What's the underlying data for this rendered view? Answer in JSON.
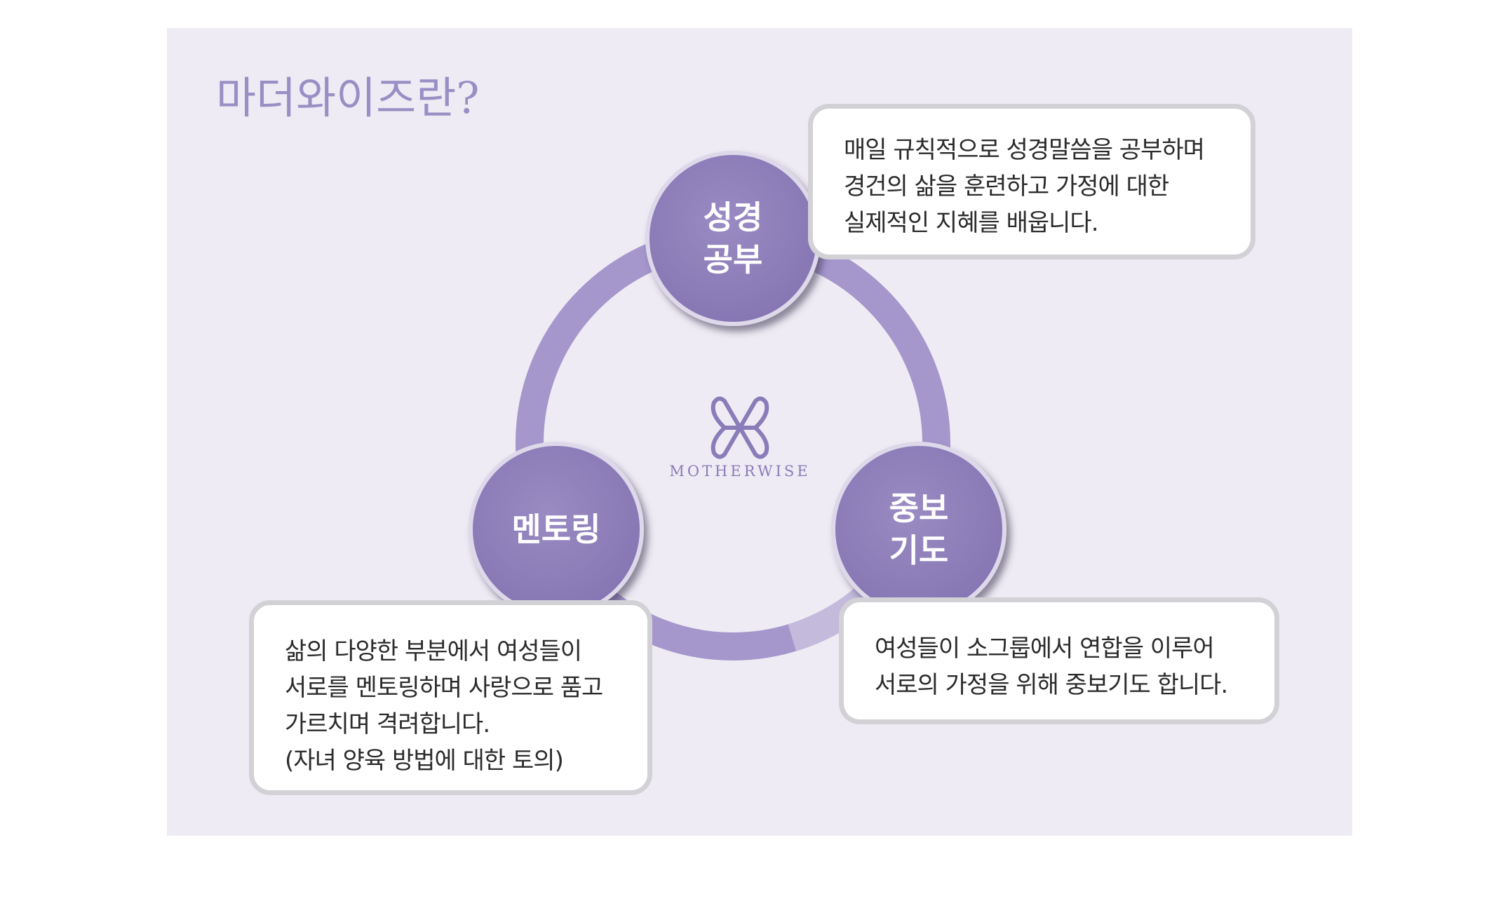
{
  "title": "마더와이즈란?",
  "logo": {
    "wordmark": "MOTHERWISE",
    "icon": "flower-icon"
  },
  "nodes": {
    "bible": {
      "label": "성경\n공부"
    },
    "prayer": {
      "label": "중보\n기도"
    },
    "mentoring": {
      "label": "멘토링"
    }
  },
  "callouts": {
    "bible": {
      "lines": [
        "매일 규칙적으로 성경말씀을 공부하며",
        "경건의 삶을 훈련하고 가정에 대한",
        "실제적인 지혜를 배웁니다."
      ]
    },
    "prayer": {
      "lines": [
        "여성들이 소그룹에서 연합을 이루어",
        "서로의 가정을 위해 중보기도 합니다."
      ]
    },
    "mentoring": {
      "lines": [
        "삶의 다양한 부분에서 여성들이",
        "서로를 멘토링하며 사랑으로 품고",
        "가르치며 격려합니다.",
        "(자녀 양육 방법에 대한 토의)"
      ]
    }
  },
  "colors": {
    "background": "#efebf4",
    "ring": "#a597cc",
    "node": "#9182bd",
    "title": "#9a8fc4",
    "callout_border": "#d2d2d6"
  }
}
